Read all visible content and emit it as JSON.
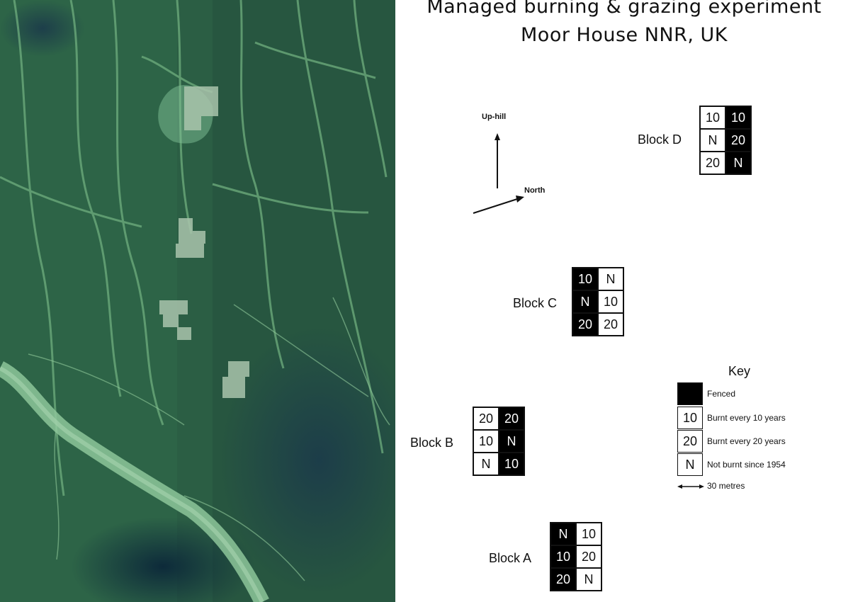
{
  "title": {
    "line1": "Managed burning & grazing experiment",
    "line2": "Moor House NNR, UK"
  },
  "compass": {
    "uphill": "Up-hill",
    "north": "North"
  },
  "blocks": {
    "D": {
      "label": "Block D",
      "cells": [
        {
          "t": "10",
          "fenced": false
        },
        {
          "t": "10",
          "fenced": true
        },
        {
          "t": "N",
          "fenced": false
        },
        {
          "t": "20",
          "fenced": true
        },
        {
          "t": "20",
          "fenced": false
        },
        {
          "t": "N",
          "fenced": true
        }
      ]
    },
    "C": {
      "label": "Block C",
      "cells": [
        {
          "t": "10",
          "fenced": true
        },
        {
          "t": "N",
          "fenced": false
        },
        {
          "t": "N",
          "fenced": true
        },
        {
          "t": "10",
          "fenced": false
        },
        {
          "t": "20",
          "fenced": true
        },
        {
          "t": "20",
          "fenced": false
        }
      ]
    },
    "B": {
      "label": "Block B",
      "cells": [
        {
          "t": "20",
          "fenced": false
        },
        {
          "t": "20",
          "fenced": true
        },
        {
          "t": "10",
          "fenced": false
        },
        {
          "t": "N",
          "fenced": true
        },
        {
          "t": "N",
          "fenced": false
        },
        {
          "t": "10",
          "fenced": true
        }
      ]
    },
    "A": {
      "label": "Block A",
      "cells": [
        {
          "t": "N",
          "fenced": true
        },
        {
          "t": "10",
          "fenced": false
        },
        {
          "t": "10",
          "fenced": true
        },
        {
          "t": "20",
          "fenced": false
        },
        {
          "t": "20",
          "fenced": true
        },
        {
          "t": "N",
          "fenced": false
        }
      ]
    }
  },
  "key": {
    "title": "Key",
    "items": [
      {
        "swatch": "",
        "fenced": true,
        "label": "Fenced"
      },
      {
        "swatch": "10",
        "fenced": false,
        "label": "Burnt every 10 years"
      },
      {
        "swatch": "20",
        "fenced": false,
        "label": "Burnt every 20 years"
      },
      {
        "swatch": "N",
        "fenced": false,
        "label": "Not burnt since 1954"
      }
    ],
    "scale": "30 metres"
  },
  "colors": {
    "fenced": "#000000",
    "unfenced": "#ffffff",
    "photo_vegetation": "#2b5e44",
    "photo_river": "#7fbf95"
  }
}
